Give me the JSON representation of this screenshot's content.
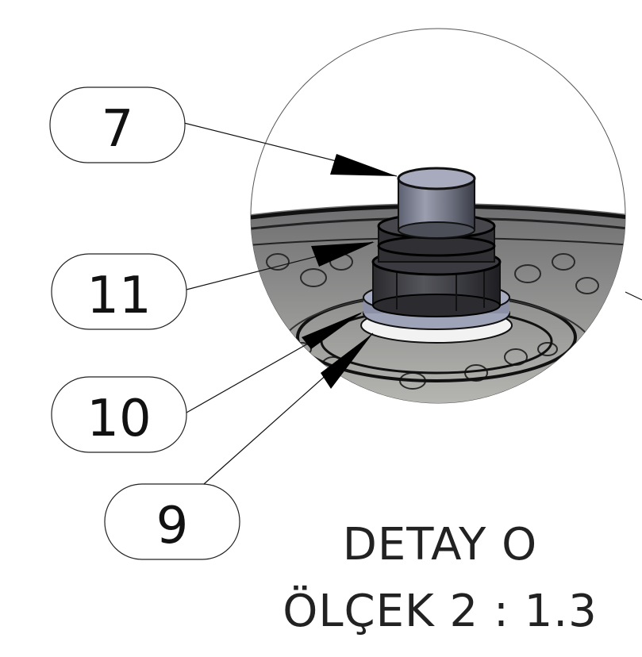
{
  "balloons": [
    {
      "id": "b7",
      "label": "7"
    },
    {
      "id": "b11",
      "label": "11"
    },
    {
      "id": "b10",
      "label": "10"
    },
    {
      "id": "b9",
      "label": "9"
    }
  ],
  "caption": {
    "line1": "DETAY O",
    "line2": "ÖLÇEK 2 : 1.3"
  }
}
